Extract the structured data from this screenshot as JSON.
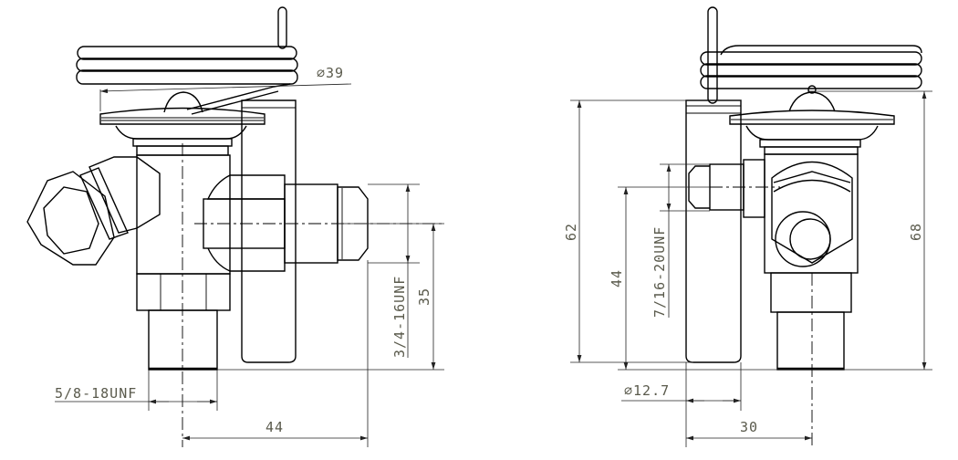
{
  "drawing": {
    "front_view": {
      "diameter_label": "∅39",
      "outlet_thread_label": "5/8-18UNF",
      "inlet_thread_label": "3/4-16UNF",
      "height_label": "35",
      "width_label": "44"
    },
    "side_view": {
      "bulb_height_label": "62",
      "port_height_label": "44",
      "equalizer_thread_label": "7/16-20UNF",
      "overall_height_label": "68",
      "bulb_diameter_label": "∅12.7",
      "width_label": "30"
    }
  }
}
